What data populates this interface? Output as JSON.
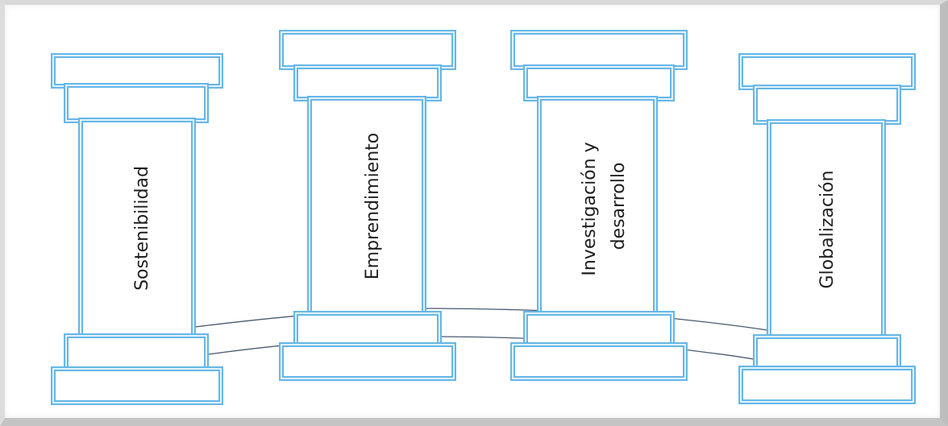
{
  "pillars": [
    {
      "lines": [
        "Sostenibilidad"
      ]
    },
    {
      "lines": [
        "Emprendimiento"
      ]
    },
    {
      "lines": [
        "Investigación y",
        "desarrollo"
      ]
    },
    {
      "lines": [
        "Globalización"
      ]
    }
  ],
  "colors": {
    "outline": "#66b7e8",
    "inner": "#ffffff",
    "connector": "#4a5a72"
  }
}
